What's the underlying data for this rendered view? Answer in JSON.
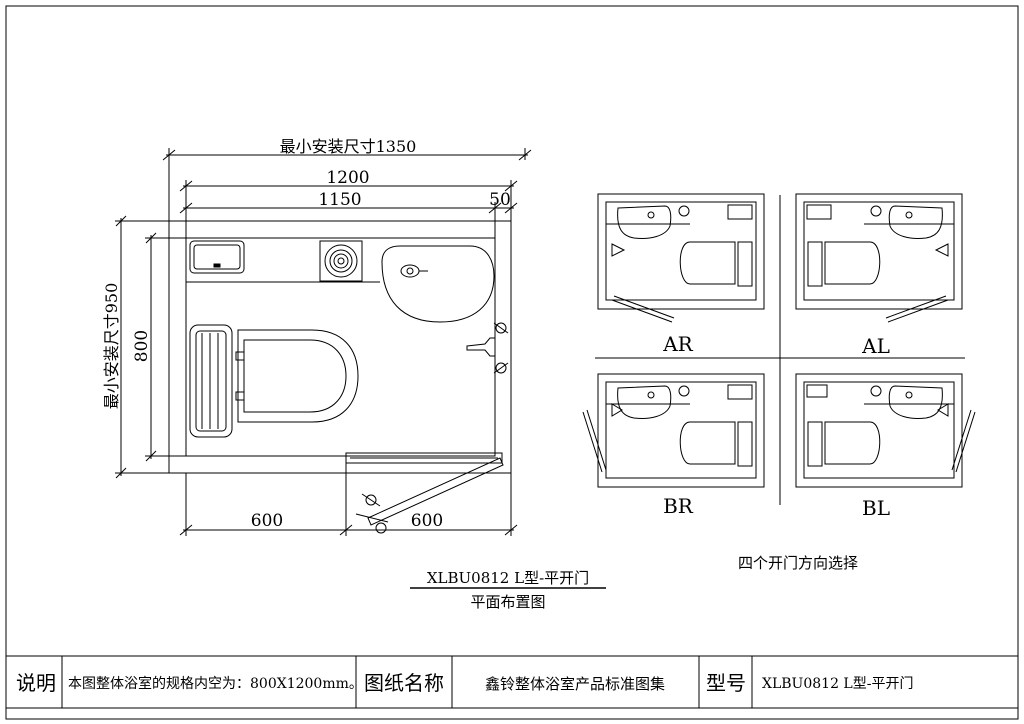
{
  "main_plan": {
    "dim_min_width": "最小安装尺寸1350",
    "dim_width": "1200",
    "dim_inner_width": "1150",
    "dim_edge": "50",
    "dim_min_depth": "最小安装尺寸950",
    "dim_depth": "800",
    "dim_bottom_left": "600",
    "dim_bottom_right": "600"
  },
  "main_caption": {
    "title": "XLBU0812 L型-平开门",
    "subtitle": "平面布置图"
  },
  "door_options": {
    "caption": "四个开门方向选择",
    "labels": [
      "AR",
      "AL",
      "BR",
      "BL"
    ]
  },
  "title_block": {
    "note_label": "说明",
    "note_text": "本图整体浴室的规格内空为：800X1200mm。",
    "drawing_name_label": "图纸名称",
    "drawing_name": "鑫铃整体浴室产品标准图集",
    "model_label": "型号",
    "model_value": "XLBU0812 L型-平开门"
  }
}
